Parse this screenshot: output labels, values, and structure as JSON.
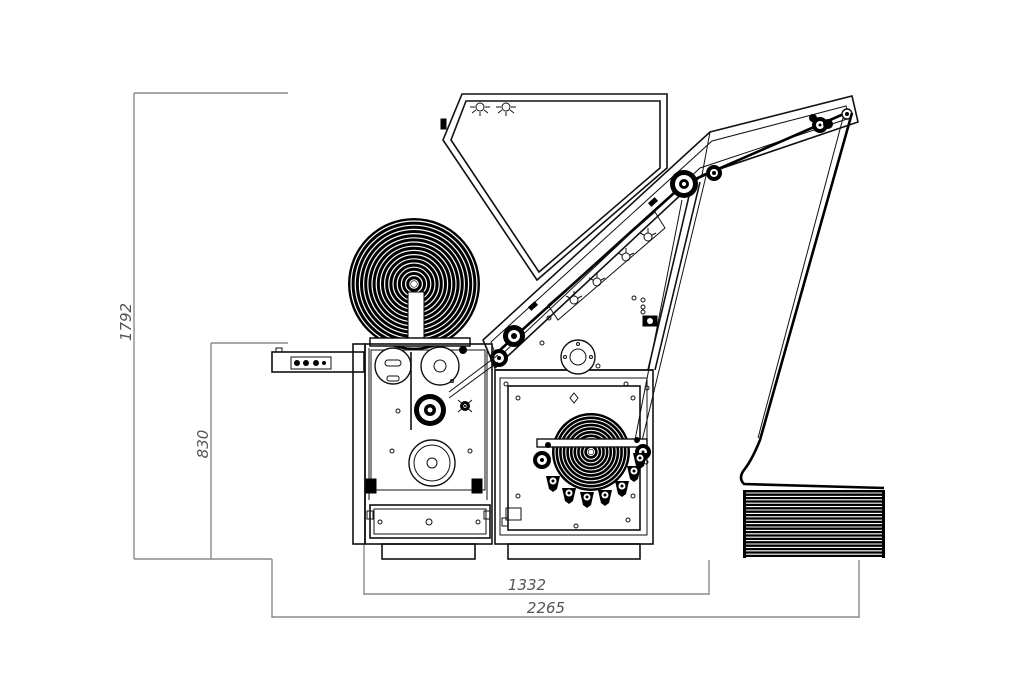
{
  "dimensions": {
    "overall_height": "1792",
    "table_height": "830",
    "base_width": "1332",
    "overall_width": "2265"
  },
  "colors": {
    "dimension_lines": "#8c8c8c",
    "dimension_text": "#555555",
    "drawing": "#111111",
    "background": "#ffffff"
  }
}
